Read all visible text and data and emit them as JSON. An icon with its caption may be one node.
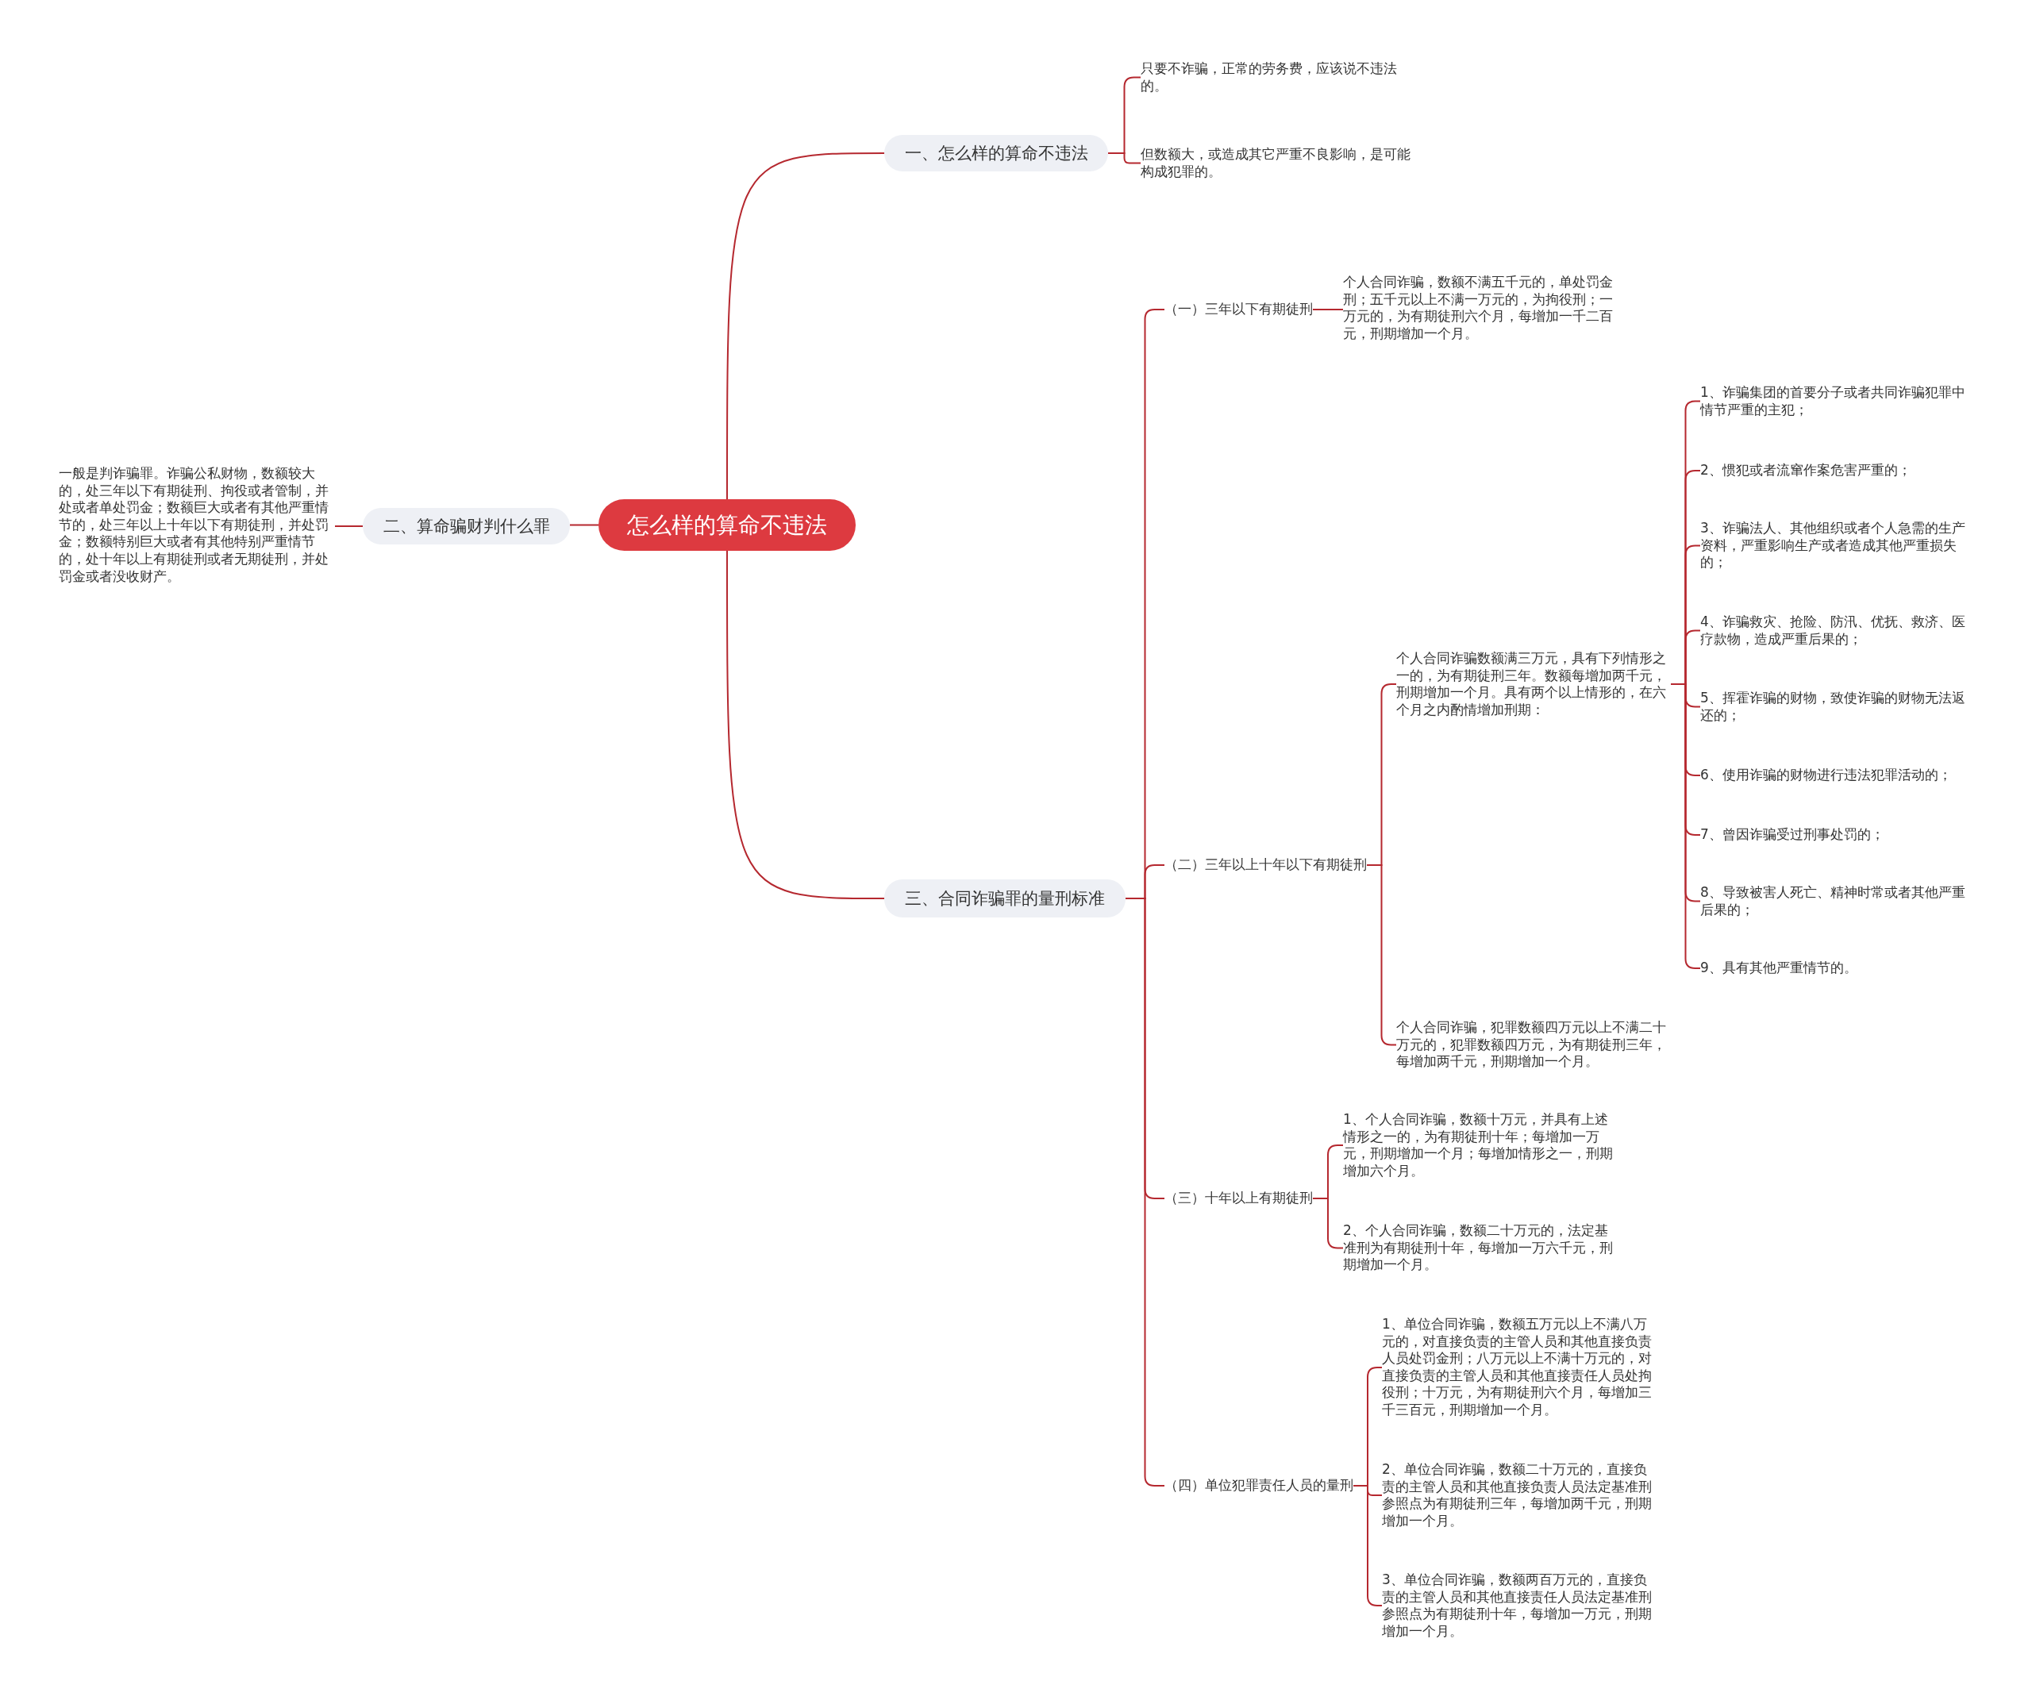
{
  "diagram": {
    "nodes": [
      {
        "text": [
          "怎么样的算命不违法"
        ]
      },
      {
        "text": [
          "一、怎么样的算命不违法"
        ]
      },
      {
        "text": [
          "只要不诈骗，正常的劳务费，应该说不违法的。"
        ]
      },
      {
        "text": [
          "但数额大，或造成其它严重不良影响，是可能构成犯罪的。"
        ]
      },
      {
        "text": [
          "二、算命骗财判什么罪"
        ]
      },
      {
        "text": [
          "一般是判诈骗罪。诈骗公私财物，数额较大的，处三年以下有期徒刑、拘役或者管制，并处或者单处罚金；数额巨大或者有其他严重情节的，处三年以上十年以下有期徒刑，并处罚金；数额特别巨大或者有其他特别严重情节的，处十年以上有期徒刑或者无期徒刑，并处罚金或者没收财产。"
        ]
      },
      {
        "text": [
          "三、合同诈骗罪的量刑标准"
        ]
      },
      {
        "text": [
          "（一）三年以下有期徒刑"
        ]
      },
      {
        "text": [
          "个人合同诈骗，数额不满五千元的，单处罚金刑；五千元以上不满一万元的，为拘役刑；一万元的，为有期徒刑六个月，每增加一千二百元，刑期增加一个月。"
        ]
      },
      {
        "text": [
          "（二）三年以上十年以下有期徒刑"
        ]
      },
      {
        "text": [
          "个人合同诈骗数额满三万元，具有下列情形之一的，为有期徒刑三年。数额每增加两千元，刑期增加一个月。具有两个以上情形的，在六个月之内酌情增加刑期："
        ]
      },
      {
        "text": [
          "1、诈骗集团的首要分子或者共同诈骗犯罪中情节严重的主犯；"
        ]
      },
      {
        "text": [
          "2、惯犯或者流窜作案危害严重的；"
        ]
      },
      {
        "text": [
          "3、诈骗法人、其他组织或者个人急需的生产资料，严重影响生产或者造成其他严重损失的；"
        ]
      },
      {
        "text": [
          "4、诈骗救灾、抢险、防汛、优抚、救济、医疗款物，造成严重后果的；"
        ]
      },
      {
        "text": [
          "5、挥霍诈骗的财物，致使诈骗的财物无法返还的；"
        ]
      },
      {
        "text": [
          "6、使用诈骗的财物进行违法犯罪活动的；"
        ]
      },
      {
        "text": [
          "7、曾因诈骗受过刑事处罚的；"
        ]
      },
      {
        "text": [
          "8、导致被害人死亡、精神时常或者其他严重后果的；"
        ]
      },
      {
        "text": [
          "9、具有其他严重情节的。"
        ]
      },
      {
        "text": [
          "个人合同诈骗，犯罪数额四万元以上不满二十万元的，犯罪数额四万元，为有期徒刑三年，每增加两千元，刑期增加一个月。"
        ]
      },
      {
        "text": [
          "（三）十年以上有期徒刑"
        ]
      },
      {
        "text": [
          "1、个人合同诈骗，数额十万元，并具有上述情形之一的，为有期徒刑十年；每增加一万元，刑期增加一个月；每增加情形之一，刑期增加六个月。"
        ]
      },
      {
        "text": [
          "2、个人合同诈骗，数额二十万元的，法定基准刑为有期徒刑十年，每增加一万六千元，刑期增加一个月。"
        ]
      },
      {
        "text": [
          "（四）单位犯罪责任人员的量刑"
        ]
      },
      {
        "text": [
          "1、单位合同诈骗，数额五万元以上不满八万元的，对直接负责的主管人员和其他直接负责人员处罚金刑；八万元以上不满十万元的，对直接负责的主管人员和其他直接责任人员处拘役刑；十万元，为有期徒刑六个月，每增加三千三百元，刑期增加一个月。"
        ]
      },
      {
        "text": [
          "2、单位合同诈骗，数额二十万元的，直接负责的主管人员和其他直接负责人员法定基准刑参照点为有期徒刑三年，每增加两千元，刑期增加一个月。"
        ]
      },
      {
        "text": [
          "3、单位合同诈骗，数额两百万元的，直接负责的主管人员和其他直接责任人员法定基准刑参照点为有期徒刑十年，每增加一万元，刑期增加一个月。"
        ]
      }
    ],
    "edges": [
      {
        "from": 0,
        "to": 1,
        "arrow": "none"
      },
      {
        "from": 1,
        "to": 2,
        "arrow": "none"
      },
      {
        "from": 1,
        "to": 3,
        "arrow": "none"
      },
      {
        "from": 0,
        "to": 4,
        "arrow": "none"
      },
      {
        "from": 4,
        "to": 5,
        "arrow": "none"
      },
      {
        "from": 0,
        "to": 6,
        "arrow": "none"
      },
      {
        "from": 6,
        "to": 7,
        "arrow": "none"
      },
      {
        "from": 7,
        "to": 8,
        "arrow": "none"
      },
      {
        "from": 6,
        "to": 9,
        "arrow": "none"
      },
      {
        "from": 9,
        "to": 10,
        "arrow": "none"
      },
      {
        "from": 10,
        "to": 11,
        "arrow": "none"
      },
      {
        "from": 10,
        "to": 12,
        "arrow": "none"
      },
      {
        "from": 10,
        "to": 13,
        "arrow": "none"
      },
      {
        "from": 10,
        "to": 14,
        "arrow": "none"
      },
      {
        "from": 10,
        "to": 15,
        "arrow": "none"
      },
      {
        "from": 10,
        "to": 16,
        "arrow": "none"
      },
      {
        "from": 10,
        "to": 17,
        "arrow": "none"
      },
      {
        "from": 10,
        "to": 18,
        "arrow": "none"
      },
      {
        "from": 10,
        "to": 19,
        "arrow": "none"
      },
      {
        "from": 9,
        "to": 20,
        "arrow": "none"
      },
      {
        "from": 6,
        "to": 21,
        "arrow": "none"
      },
      {
        "from": 21,
        "to": 22,
        "arrow": "none"
      },
      {
        "from": 21,
        "to": 23,
        "arrow": "none"
      },
      {
        "from": 6,
        "to": 24,
        "arrow": "none"
      },
      {
        "from": 24,
        "to": 25,
        "arrow": "none"
      },
      {
        "from": 24,
        "to": 26,
        "arrow": "none"
      },
      {
        "from": 24,
        "to": 27,
        "arrow": "none"
      }
    ]
  }
}
